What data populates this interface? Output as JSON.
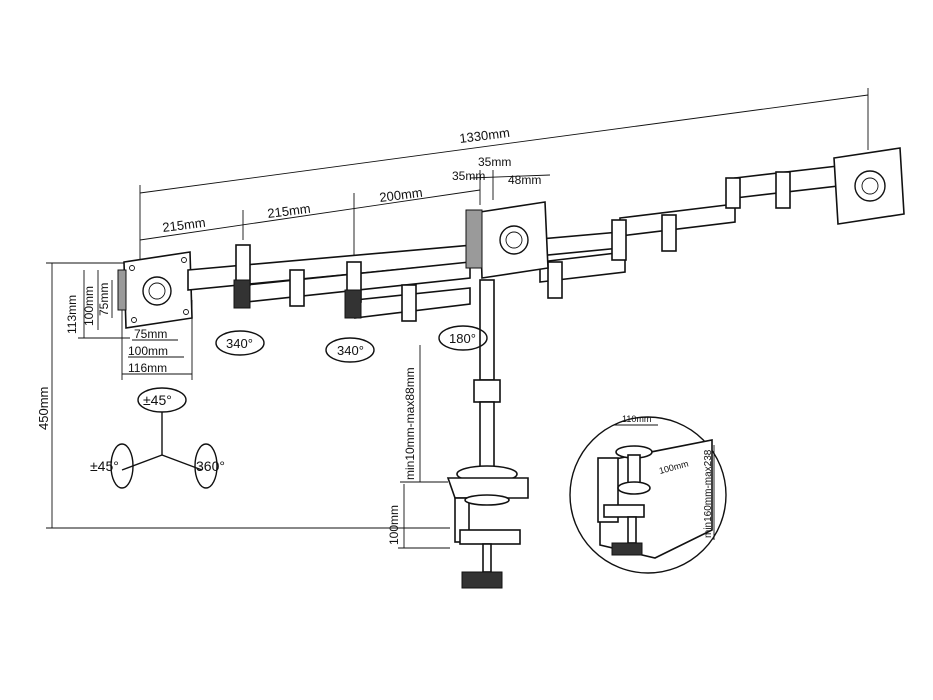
{
  "dimensions": {
    "total_width": "1330mm",
    "arm_seg_1": "215mm",
    "arm_seg_2": "215mm",
    "arm_seg_3": "200mm",
    "offset_a": "35mm",
    "offset_b": "35mm",
    "offset_c": "48mm",
    "height_total": "450mm",
    "vesa_h_113": "113mm",
    "vesa_h_100": "100mm",
    "vesa_h_75": "75mm",
    "vesa_w_75": "75mm",
    "vesa_w_100": "100mm",
    "vesa_w_116": "116mm",
    "pole_adjust": "min10mm-max88mm",
    "clamp_height": "100mm"
  },
  "rotations": {
    "arm_left": "340°",
    "arm_mid": "340°",
    "arm_center": "180°",
    "tilt": "±45°",
    "swivel": "±45°",
    "rotate": "360°"
  },
  "inset": {
    "width": "110mm",
    "depth": "100mm",
    "thickness": "min160mm-max238"
  }
}
